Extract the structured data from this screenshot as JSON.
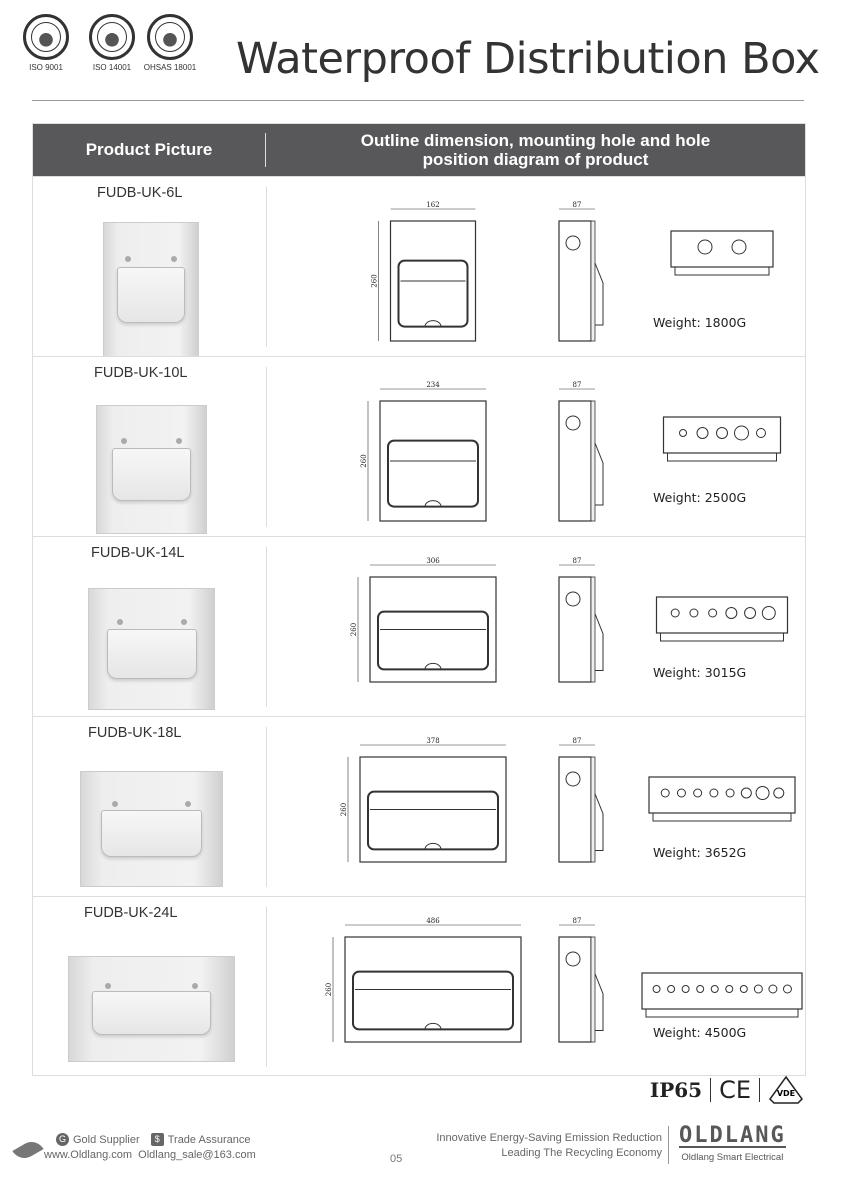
{
  "header": {
    "certifications": [
      "ISO 9001",
      "ISO 14001",
      "OHSAS 18001"
    ],
    "title": "Waterproof Distribution Box"
  },
  "table": {
    "col1": "Product Picture",
    "col2_line1": "Outline dimension, mounting hole and hole",
    "col2_line2": "position diagram of product",
    "rows": [
      {
        "model": "FUDB-UK-6L",
        "width": "162",
        "height": "260",
        "depth": "87",
        "weight": "Weight: 1800G",
        "holes": [
          14,
          14
        ]
      },
      {
        "model": "FUDB-UK-10L",
        "width": "234",
        "height": "260",
        "depth": "87",
        "weight": "Weight: 2500G",
        "holes": [
          7,
          11,
          11,
          14,
          9
        ]
      },
      {
        "model": "FUDB-UK-14L",
        "width": "306",
        "height": "260",
        "depth": "87",
        "weight": "Weight: 3015G",
        "holes": [
          8,
          8,
          8,
          11,
          11,
          13
        ]
      },
      {
        "model": "FUDB-UK-18L",
        "width": "378",
        "height": "260",
        "depth": "87",
        "weight": "Weight: 3652G",
        "holes": [
          8,
          8,
          8,
          8,
          8,
          10,
          13,
          10
        ]
      },
      {
        "model": "FUDB-UK-24L",
        "width": "486",
        "height": "260",
        "depth": "87",
        "weight": "Weight: 4500G",
        "holes": [
          7,
          7,
          7,
          7,
          7,
          7,
          7,
          8,
          8,
          8
        ]
      }
    ]
  },
  "marks": {
    "ip": "IP65",
    "ce": "CE",
    "vde": "VDE"
  },
  "footer": {
    "gold_supplier": "Gold Supplier",
    "trade_assurance": "Trade Assurance",
    "website": "www.Oldlang.com",
    "email": "Oldlang_sale@163.com",
    "page": "05",
    "slogan1": "Innovative Energy-Saving Emission Reduction",
    "slogan2": "Leading The Recycling Economy",
    "brand": "OLDLANG",
    "brand_sub": "Oldlang Smart Electrical"
  }
}
